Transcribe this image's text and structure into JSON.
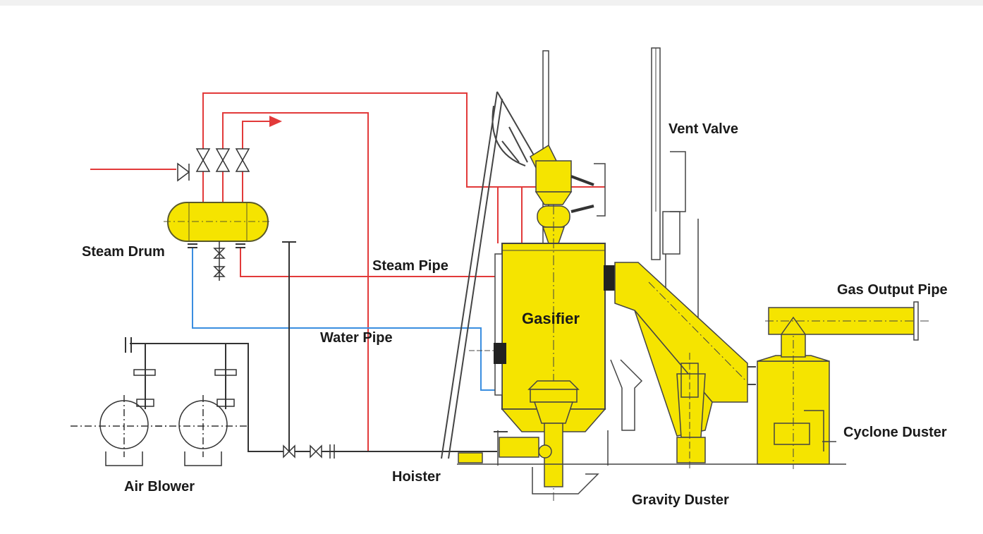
{
  "labels": {
    "steam_drum": "Steam Drum",
    "steam_pipe": "Steam Pipe",
    "water_pipe": "Water Pipe",
    "air_blower": "Air Blower",
    "hoister": "Hoister",
    "gasifier": "Gasifier",
    "vent_valve": "Vent Valve",
    "gas_output_pipe": "Gas Output Pipe",
    "cyclone_duster": "Cyclone Duster",
    "gravity_duster": "Gravity Duster"
  },
  "colors": {
    "equipment_fill": "#f5e400",
    "equipment_stroke": "#5a5a2a",
    "steam_line": "#e23a3a",
    "water_line": "#3a8ee0",
    "air_line": "#333333"
  }
}
